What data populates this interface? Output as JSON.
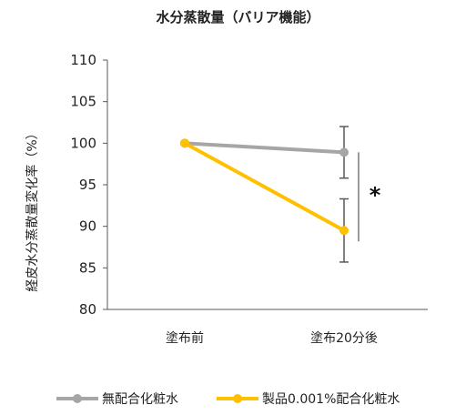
{
  "chart_data": {
    "type": "line",
    "title": "水分蒸散量（バリア機能）",
    "ylabel": "経皮水分蒸散量変化率（%）",
    "xlabel": "",
    "categories": [
      "塗布前",
      "塗布20分後"
    ],
    "ylim": [
      80,
      110
    ],
    "yticks": [
      80,
      85,
      90,
      95,
      100,
      105,
      110
    ],
    "grid": false,
    "legend_position": "bottom",
    "series": [
      {
        "name": "無配合化粧水",
        "color": "#a6a6a6",
        "values": [
          100,
          98.9
        ],
        "error": [
          0,
          3.1
        ]
      },
      {
        "name": "製品0.001%配合化粧水",
        "color": "#ffc000",
        "values": [
          100,
          89.5
        ],
        "error": [
          0,
          3.8
        ]
      }
    ],
    "annotations": [
      {
        "text": "*",
        "between_series": [
          0,
          1
        ],
        "category_index": 1
      }
    ]
  }
}
